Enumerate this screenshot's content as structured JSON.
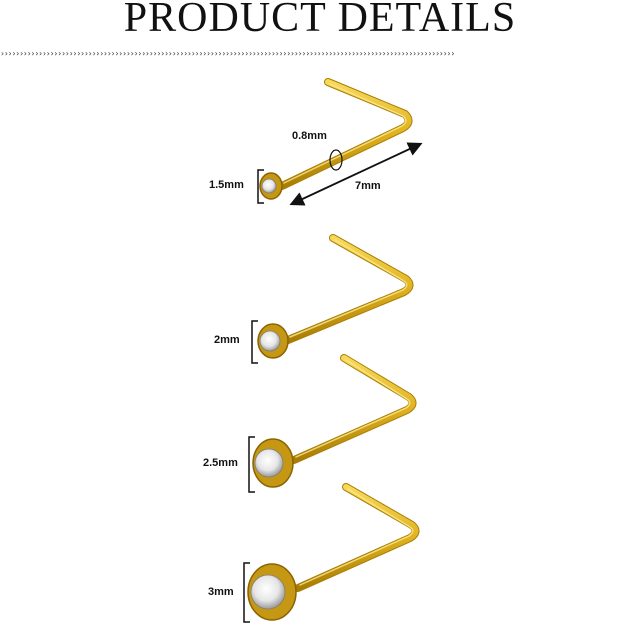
{
  "header": {
    "title": "PRODUCT DETAILS"
  },
  "colors": {
    "gold_light": "#f7d95a",
    "gold_mid": "#e0b21e",
    "gold_dark": "#a97d05",
    "text": "#111111"
  },
  "items": [
    {
      "size_label": "1.5mm",
      "wire_label": "0.8mm",
      "length_label": "7mm"
    },
    {
      "size_label": "2mm"
    },
    {
      "size_label": "2.5mm"
    },
    {
      "size_label": "3mm"
    }
  ]
}
